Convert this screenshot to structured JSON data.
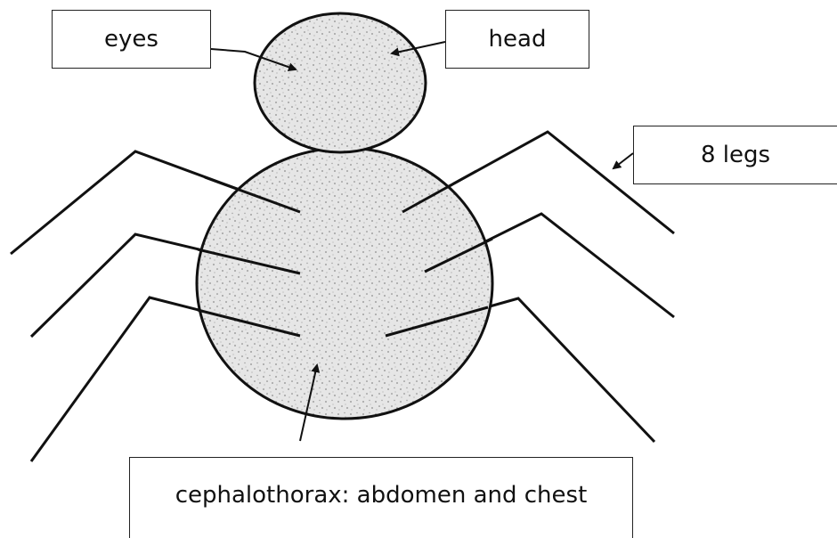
{
  "labels": {
    "eyes": "eyes",
    "head": "head",
    "legs": "8 legs",
    "cephalothorax": "cephalothorax: abdomen and chest"
  },
  "colors": {
    "line": "#111111",
    "body_fill": "#d9d9d9",
    "speckle": "#8c8c8c"
  }
}
